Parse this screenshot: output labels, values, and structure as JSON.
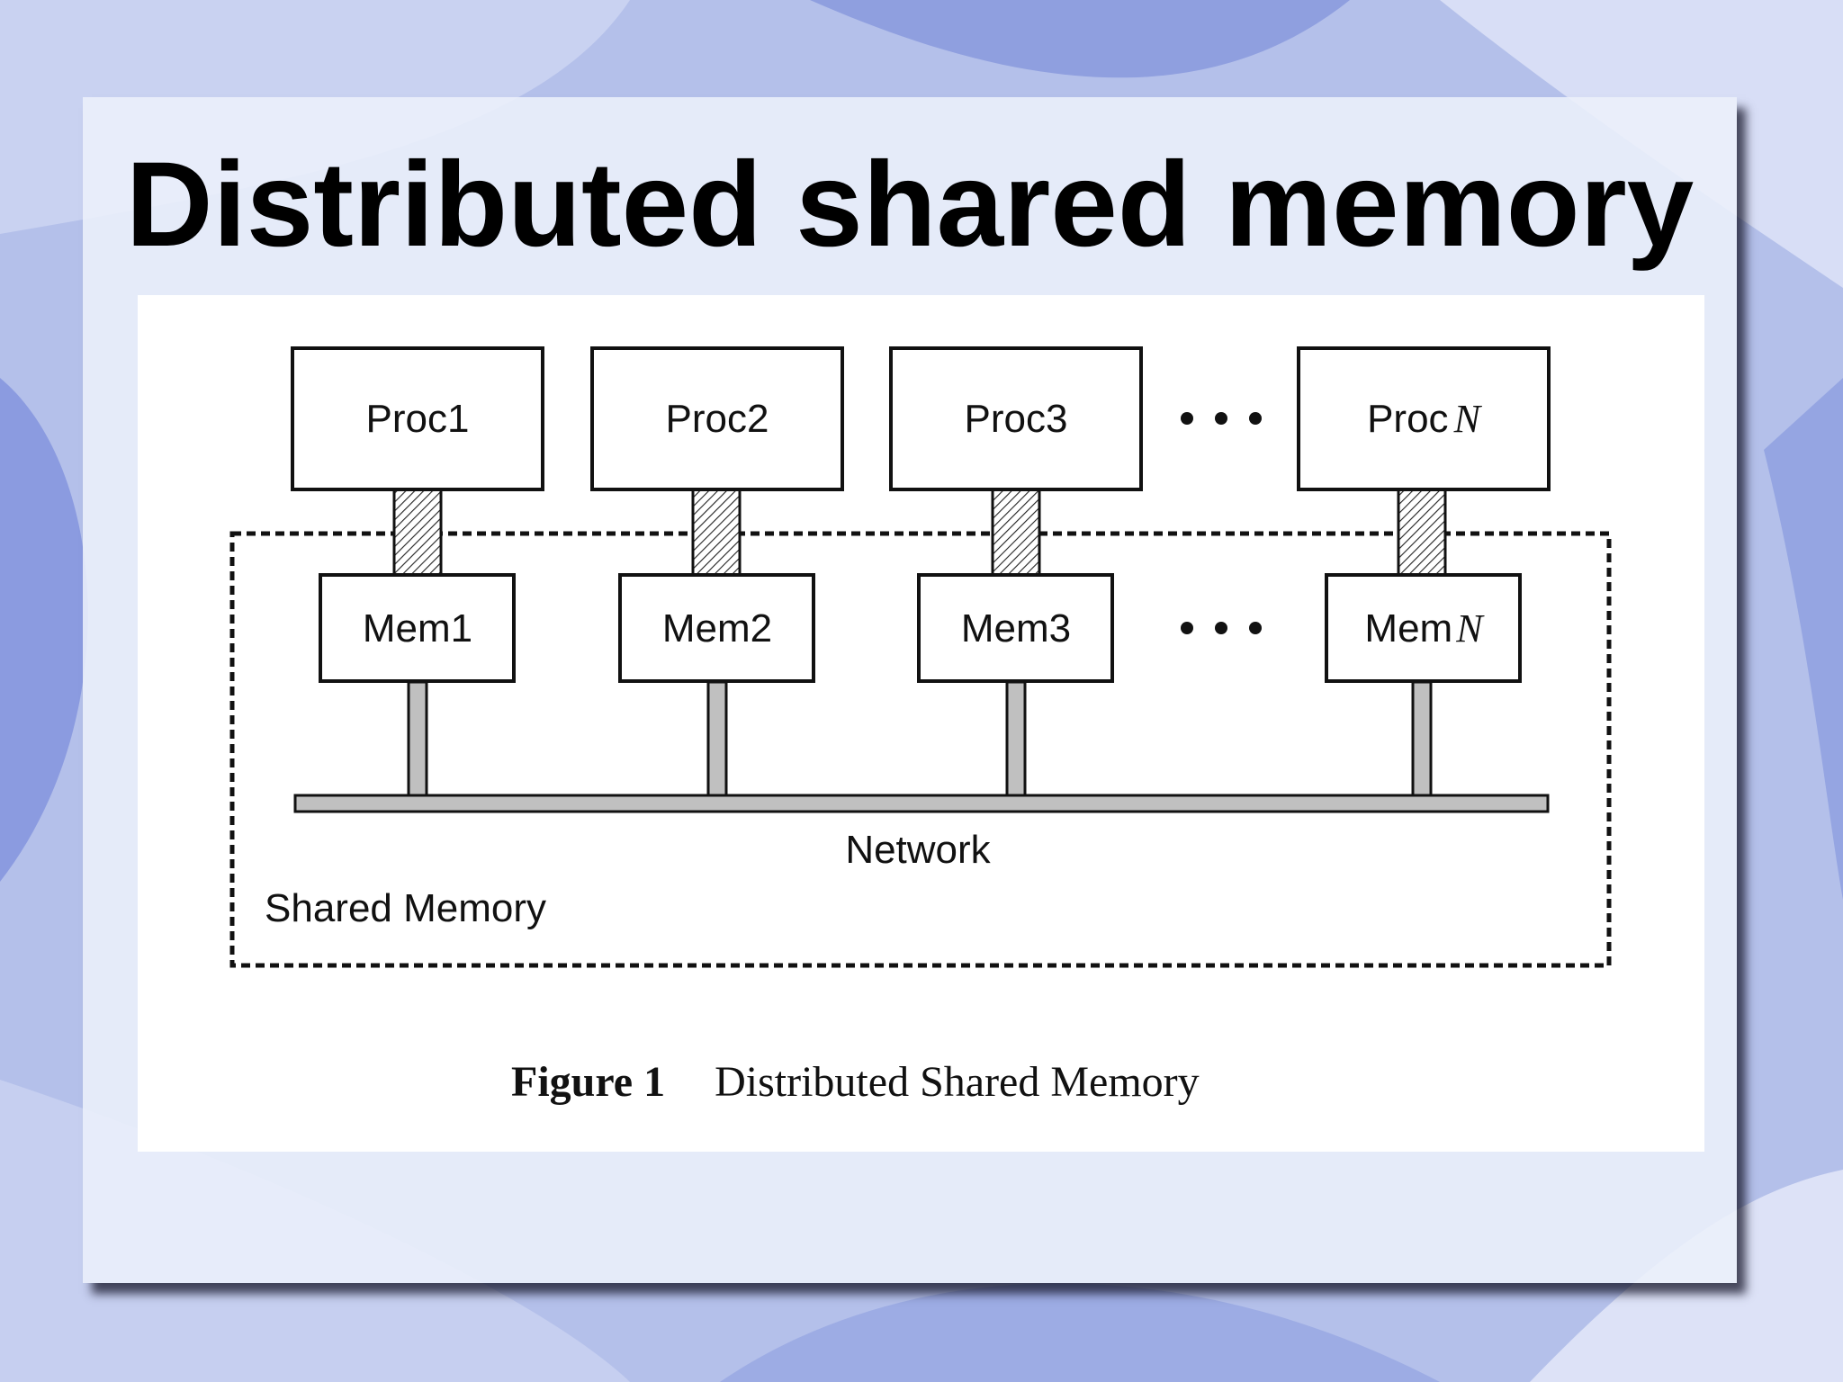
{
  "slide": {
    "title": "Distributed shared memory"
  },
  "diagram": {
    "processors": [
      {
        "label": "Proc1",
        "suffix": ""
      },
      {
        "label": "Proc2",
        "suffix": ""
      },
      {
        "label": "Proc3",
        "suffix": ""
      },
      {
        "label": "Proc",
        "suffix": "N"
      }
    ],
    "memories": [
      {
        "label": "Mem1",
        "suffix": ""
      },
      {
        "label": "Mem2",
        "suffix": ""
      },
      {
        "label": "Mem3",
        "suffix": ""
      },
      {
        "label": "Mem",
        "suffix": "N"
      }
    ],
    "network_label": "Network",
    "shared_memory_label": "Shared Memory",
    "caption_number": "Figure 1",
    "caption_text": "Distributed Shared Memory"
  },
  "colors": {
    "background": "#b4c0ea",
    "bus": "#c0c0c0"
  }
}
